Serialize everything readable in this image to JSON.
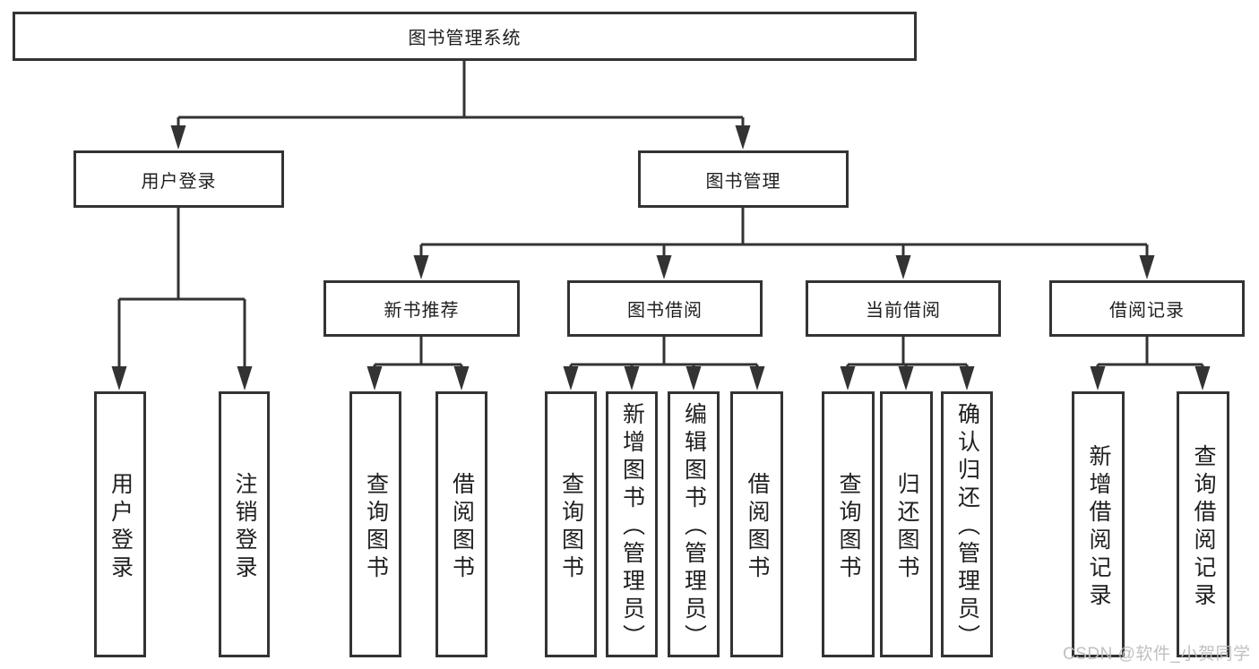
{
  "diagram": {
    "title": "图书管理系统",
    "watermark": "CSDN @软件_小贺同学",
    "colors": {
      "line": "#333333",
      "text": "#1f1f1f",
      "watermark": "#bdbdbd",
      "background": "#ffffff"
    },
    "nodes": {
      "root": {
        "label": "图书管理系统"
      },
      "userLogin": {
        "label": "用户登录"
      },
      "bookManagement": {
        "label": "图书管理"
      },
      "newBookRecommend": {
        "label": "新书推荐"
      },
      "bookBorrow": {
        "label": "图书借阅"
      },
      "currentBorrow": {
        "label": "当前借阅"
      },
      "borrowRecords": {
        "label": "借阅记录"
      },
      "leafUserLogin": {
        "label": "用户登录"
      },
      "leafLogout": {
        "label": "注销登录"
      },
      "queryBooks1": {
        "label": "查询图书"
      },
      "borrowBooks1": {
        "label": "借阅图书"
      },
      "queryBooks2": {
        "label": "查询图书"
      },
      "addBookAdmin": {
        "label": "新增图书（管理员）"
      },
      "editBookAdmin": {
        "label": "编辑图书（管理员）"
      },
      "borrowBooks2": {
        "label": "借阅图书"
      },
      "queryBooks3": {
        "label": "查询图书"
      },
      "returnBook": {
        "label": "归还图书"
      },
      "confirmReturnAdmin": {
        "label": "确认归还（管理员）"
      },
      "addBorrowRecord": {
        "label": "新增借阅记录"
      },
      "queryBorrowRecord": {
        "label": "查询借阅记录"
      }
    },
    "structure": [
      {
        "parent": "图书管理系统",
        "children": [
          "用户登录",
          "图书管理"
        ]
      },
      {
        "parent": "用户登录",
        "children": [
          "用户登录",
          "注销登录"
        ]
      },
      {
        "parent": "图书管理",
        "children": [
          "新书推荐",
          "图书借阅",
          "当前借阅",
          "借阅记录"
        ]
      },
      {
        "parent": "新书推荐",
        "children": [
          "查询图书",
          "借阅图书"
        ]
      },
      {
        "parent": "图书借阅",
        "children": [
          "查询图书",
          "新增图书（管理员）",
          "编辑图书（管理员）",
          "借阅图书"
        ]
      },
      {
        "parent": "当前借阅",
        "children": [
          "查询图书",
          "归还图书",
          "确认归还（管理员）"
        ]
      },
      {
        "parent": "借阅记录",
        "children": [
          "新增借阅记录",
          "查询借阅记录"
        ]
      }
    ]
  }
}
